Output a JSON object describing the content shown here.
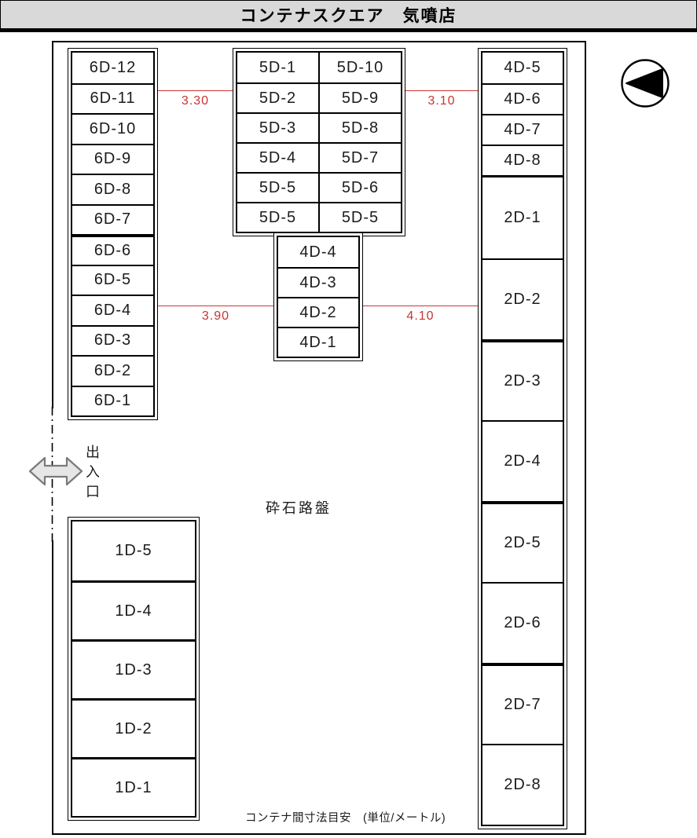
{
  "title": "コンテナスクエア　気噴店",
  "map": {
    "col_6d": [
      "6D-12",
      "6D-11",
      "6D-10",
      "6D-9",
      "6D-8",
      "6D-7",
      "6D-6",
      "6D-5",
      "6D-4",
      "6D-3",
      "6D-2",
      "6D-1"
    ],
    "block_5d_rows": [
      [
        "5D-1",
        "5D-10"
      ],
      [
        "5D-2",
        "5D-9"
      ],
      [
        "5D-3",
        "5D-8"
      ],
      [
        "5D-4",
        "5D-7"
      ],
      [
        "5D-5",
        "5D-6"
      ],
      [
        "5D-5",
        "5D-5"
      ]
    ],
    "col_4d_mid": [
      "4D-4",
      "4D-3",
      "4D-2",
      "4D-1"
    ],
    "col_4d_right": [
      "4D-5",
      "4D-6",
      "4D-7",
      "4D-8"
    ],
    "col_2d": [
      "2D-1",
      "2D-2",
      "2D-3",
      "2D-4",
      "2D-5",
      "2D-6",
      "2D-7",
      "2D-8"
    ],
    "col_1d": [
      "1D-5",
      "1D-4",
      "1D-3",
      "1D-2",
      "1D-1"
    ]
  },
  "dimensions": {
    "d1": "3.30",
    "d2": "3.10",
    "d3": "3.90",
    "d4": "4.10"
  },
  "labels": {
    "ground": "砕石路盤",
    "entrance": "出入口",
    "note": "コンテナ間寸法目安　(単位/メートル)"
  },
  "colors": {
    "dimension_red": "#cc3333",
    "title_bg": "#d9d9d9",
    "wall": "#000000"
  }
}
